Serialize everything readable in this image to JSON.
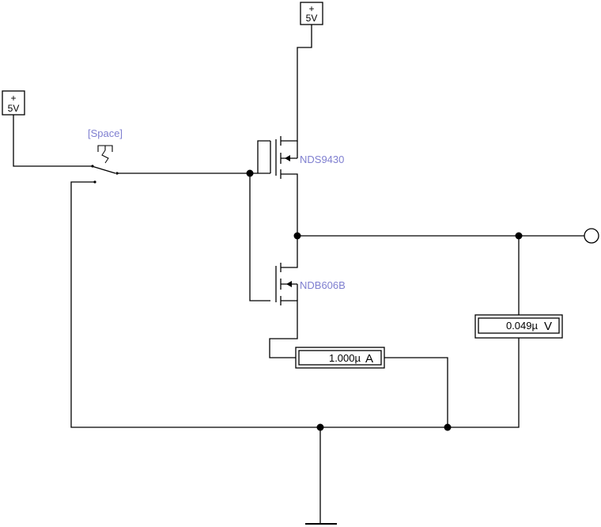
{
  "sources": {
    "top": {
      "plus": "+",
      "label": "5V"
    },
    "left": {
      "plus": "+",
      "label": "5V"
    }
  },
  "switch": {
    "key_label": "[Space]"
  },
  "transistors": {
    "pmos": "NDS9430",
    "nmos": "NDB606B"
  },
  "ammeter": {
    "reading": "1.000µ",
    "unit": "A"
  },
  "voltmeter": {
    "reading": "0.049µ",
    "unit": "V"
  },
  "colors": {
    "wire": "#000000",
    "label_blue": "#7f7fd0",
    "background": "#ffffff"
  }
}
